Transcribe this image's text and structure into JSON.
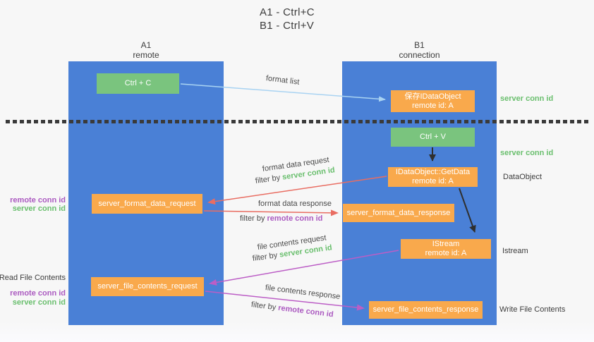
{
  "title": {
    "line1": "A1 - Ctrl+C",
    "line2": "B1 - Ctrl+V"
  },
  "lanes": {
    "a1": {
      "name": "A1",
      "role": "remote"
    },
    "b1": {
      "name": "B1",
      "role": "connection"
    }
  },
  "nodes": {
    "ctrl_c": {
      "label": "Ctrl + C"
    },
    "ctrl_v": {
      "label": "Ctrl + V"
    },
    "save_dataobject": {
      "line1": "保存IDataObject",
      "line2": "remote id: A"
    },
    "getdata": {
      "line1": "IDataObject::GetData",
      "line2": "remote id: A"
    },
    "format_request": {
      "label": "server_format_data_request"
    },
    "format_response": {
      "label": "server_format_data_response"
    },
    "istream": {
      "line1": "IStream",
      "line2": "remote id: A"
    },
    "file_request": {
      "label": "server_file_contents_request"
    },
    "file_response": {
      "label": "server_file_contents_response"
    }
  },
  "edge_labels": {
    "format_list": "format list",
    "format_data_request": "format data request",
    "format_data_response": "format data response",
    "file_contents_request": "file contents request",
    "file_contents_response": "file contents response",
    "filter_by": "filter by"
  },
  "side_labels": {
    "server_conn_id": "server conn id",
    "remote_conn_id": "remote conn id",
    "dataobject": "DataObject",
    "istream": "Istream",
    "read_file_contents": "Read File Contents",
    "write_file_contents": "Write File Contents"
  },
  "colors": {
    "lane_blue": "#4a80d6",
    "box_green": "#7ac47e",
    "box_orange": "#f9a94c",
    "arrow_blue": "#a9d3f2",
    "arrow_red": "#e96d62",
    "arrow_purple": "#bc5ec6",
    "arrow_black": "#2f2f2f",
    "label_green": "#6abf6e",
    "label_purple": "#ab5ac0",
    "text_dark": "#3d3d3d",
    "dotted_line": "#3a3a3a",
    "background": "#f7f7f7"
  }
}
